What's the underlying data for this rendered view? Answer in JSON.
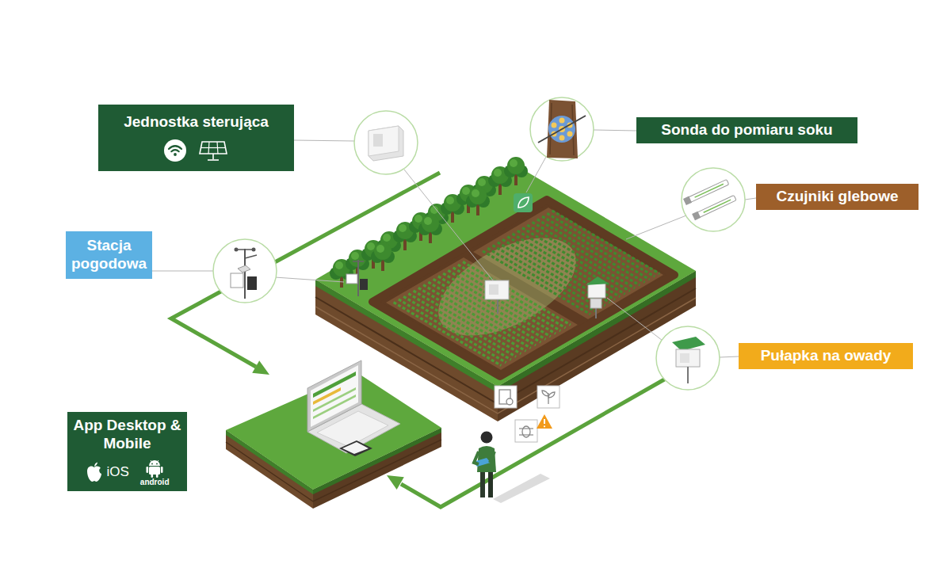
{
  "diagram": {
    "nodes": [
      {
        "text": [
          "Jednostka sterująca"
        ]
      },
      {
        "text": [
          "Sonda do pomiaru soku"
        ]
      },
      {
        "text": [
          "Czujniki glebowe"
        ]
      },
      {
        "text": [
          "Stacja pogodowa"
        ]
      },
      {
        "text": [
          "Pułapka na owady"
        ]
      },
      {
        "text": [
          "App Desktop & Mobile",
          "iOS",
          "android"
        ]
      }
    ]
  }
}
